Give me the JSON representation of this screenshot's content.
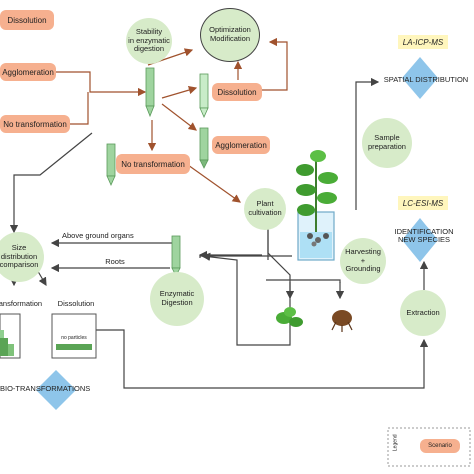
{
  "scenarios": {
    "dissolution_top": "Dissolution",
    "agglomeration_left": "Agglomeration",
    "no_transformation_left": "No transformation",
    "dissolution_mid": "Dissolution",
    "agglomeration_mid": "Agglomeration",
    "no_transformation_mid": "No transformation",
    "legend_label": "Scenario"
  },
  "processes": {
    "stability": "Stability\nin enzymatic\ndigestion",
    "optimization": "Optimization\nModification",
    "plant_cultivation": "Plant\ncultivation",
    "sample_preparation": "Sample\npreparation",
    "harvesting": "Harvesting\n+\nGrounding",
    "enzymatic_digestion": "Enzymatic\nDigestion",
    "size_distribution": "Size\ndistribution\ncomparison",
    "extraction": "Extraction"
  },
  "techniques": {
    "la_icp_ms": "LA-ICP-MS",
    "lc_esi_ms": "LC-ESI-MS"
  },
  "outcomes": {
    "spatial_distribution": "SPATIAL DISTRIBUTION",
    "identification": "IDENTIFICATION\nNEW SPECIES",
    "bio_transformations": "BIO-TRANSFORMATIONS"
  },
  "labels": {
    "above_ground": "Above ground organs",
    "roots": "Roots",
    "transformation": "Transformation",
    "dissolution_chart": "Dissolution",
    "no_particles": "no particles",
    "legend_title": "Legend"
  },
  "colors": {
    "scenario_fill": "#f6b08f",
    "process_fill": "#d7ebc9",
    "technique_fill": "#fff6bd",
    "outcome_diamond": "#8ec5ea",
    "arrow_brown": "#a0522d",
    "arrow_gray": "#444444",
    "tube_green": "#8fcf8f"
  }
}
